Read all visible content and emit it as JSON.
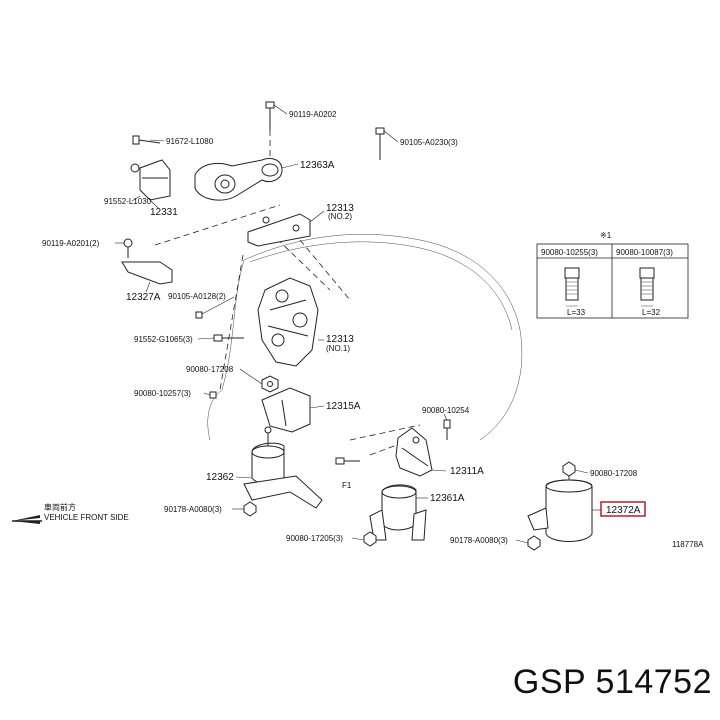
{
  "labels": {
    "p90119_a0202": "90119-A0202",
    "p91672_l1080": "91672-L1080",
    "p90105_a0230": "90105-A0230(3)",
    "p12363a": "12363A",
    "p91552_l1030": "91552-L1030",
    "p12331": "12331",
    "p12313_top": "12313",
    "p12313_top_note": "(NO.2)",
    "p90119_a0201": "90119-A0201(2)",
    "p12327a": "12327A",
    "p90105_a0128": "90105-A0128(2)",
    "p91552_g1065": "91552-G1065(3)",
    "p12313_mid": "12313",
    "p12313_mid_note": "(NO.1)",
    "p90080_17208_a": "90080-17208",
    "p90080_10257": "90080-10257(3)",
    "p12315a": "12315A",
    "p90080_10254": "90080-10254",
    "p12311a": "12311A",
    "p12362": "12362",
    "p12361a": "12361A",
    "p90178_a0080_a": "90178-A0080(3)",
    "p90080_17205": "90080-17205(3)",
    "p90080_17208_b": "90080-17208",
    "p12372a": "12372A",
    "p90178_a0080_b": "90178-A0080(3)",
    "small_mark": "F1",
    "figure_code": "118778A"
  },
  "inset": {
    "tag": "※1",
    "col1_title": "90080-10255(3)",
    "col2_title": "90080-10087(3)",
    "col1_dim": "L=33",
    "col2_dim": "L=32"
  },
  "direction": {
    "jp_text": "車両前方",
    "en_text": "VEHICLE FRONT SIDE"
  },
  "brand_line": "GSP 514752",
  "colors": {
    "highlight_box": "#b02030",
    "line": "#222222"
  }
}
